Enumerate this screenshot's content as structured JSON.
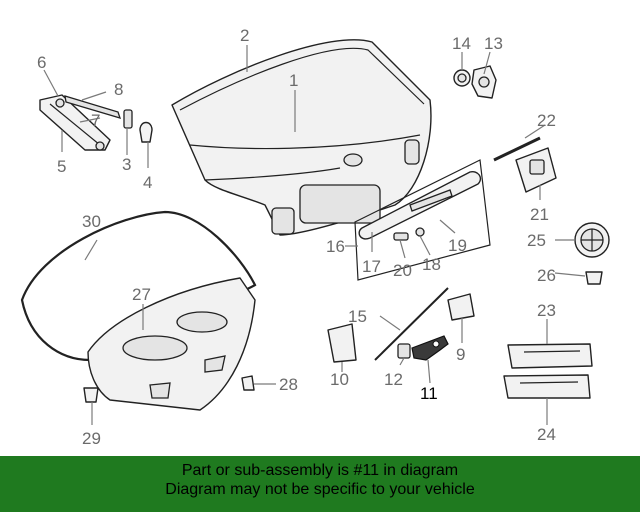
{
  "colors": {
    "banner_background": "#1f7a1f",
    "highlight": "#000000",
    "label": "#6b6b6b"
  },
  "highlighted_part": "11",
  "callouts": [
    "1",
    "2",
    "3",
    "4",
    "5",
    "6",
    "7",
    "8",
    "9",
    "10",
    "11",
    "12",
    "13",
    "14",
    "15",
    "16",
    "17",
    "18",
    "19",
    "20",
    "21",
    "22",
    "23",
    "24",
    "25",
    "26",
    "27",
    "28",
    "29",
    "30"
  ],
  "banner": {
    "line1": "Part or sub-assembly is #11 in diagram",
    "line2": "Diagram may not be specific to your vehicle"
  }
}
